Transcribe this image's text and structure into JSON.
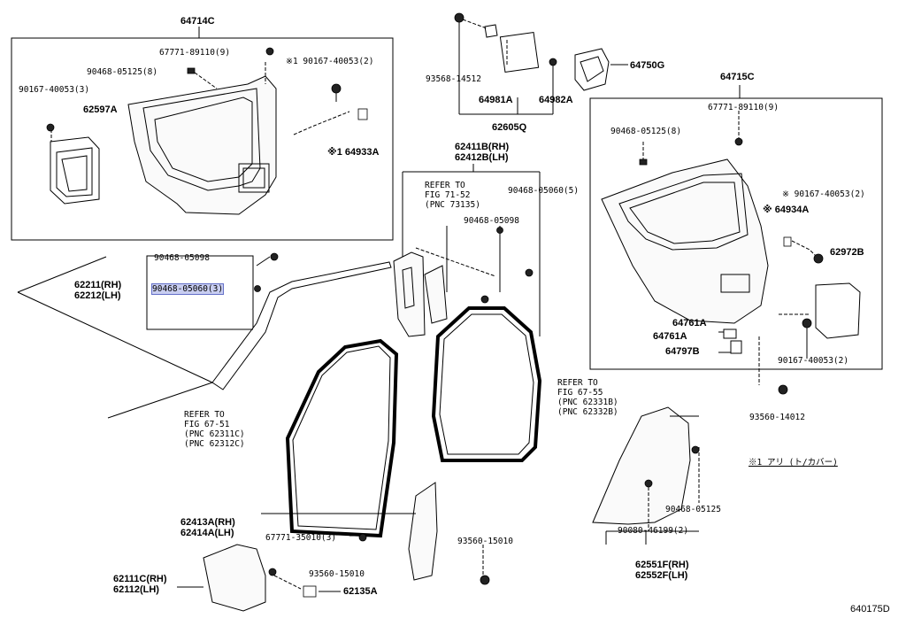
{
  "labels": {
    "l_64714C": "64714C",
    "l_67771_89110_9_a": "67771-89110(9)",
    "l_90468_05125_8_a": "90468-05125(8)",
    "l_x1_90167_40053_2_a": "※1 90167-40053(2)",
    "l_90167_40053_3": "90167-40053(3)",
    "l_62597A": "62597A",
    "l_x1_64933A": "※1 64933A",
    "l_93568_14512": "93568-14512",
    "l_64981A": "64981A",
    "l_64982A": "64982A",
    "l_62605Q": "62605Q",
    "l_64750G": "64750G",
    "l_64715C": "64715C",
    "l_67771_89110_9_b": "67771-89110(9)",
    "l_90468_05125_8_b": "90468-05125(8)",
    "l_x_90167_40053_2_b": "※ 90167-40053(2)",
    "l_x_64934A": "※ 64934A",
    "l_62972B": "62972B",
    "l_64761A_1": "64761A",
    "l_64761A_2": "64761A",
    "l_64797B": "64797B",
    "l_90167_40053_2_c": "90167-40053(2)",
    "l_93560_14012": "93560-14012",
    "l_62411B_62412B": [
      "62411B(RH)",
      "62412B(LH)"
    ],
    "l_refer_71_52": [
      "REFER TO",
      "FIG 71-52",
      "(PNC 73135)"
    ],
    "l_90468_05060_5": "90468-05060(5)",
    "l_90468_05098_a": "90468-05098",
    "l_90468_05098_b": "90468-05098",
    "l_62211_62212": [
      "62211(RH)",
      "62212(LH)"
    ],
    "l_90468_05060_3": "90468-05060(3)",
    "l_refer_67_51": [
      "REFER TO",
      "FIG 67-51",
      "(PNC 62311C)",
      "(PNC 62312C)"
    ],
    "l_refer_67_55": [
      "REFER TO",
      "FIG 67-55",
      "(PNC 62331B)",
      "(PNC 62332B)"
    ],
    "l_62413A_62414A": [
      "62413A(RH)",
      "62414A(LH)"
    ],
    "l_67771_35010_3": "67771-35010(3)",
    "l_93560_15010_a": "93560-15010",
    "l_93560_15010_b": "93560-15010",
    "l_62111C_62112": [
      "62111C(RH)",
      "62112(LH)"
    ],
    "l_62135A": "62135A",
    "l_90468_05125_c": "90468-05125",
    "l_90080_46199_2": "90080-46199(2)",
    "l_62551F_62552F": [
      "62551F(RH)",
      "62552F(LH)"
    ],
    "l_note": "※1 アリ (ト/カバー)",
    "l_figno": "640175D"
  },
  "highlighted_part": "90468-05060(3)",
  "colors": {
    "line": "#000000",
    "highlight": "#c8cdf0",
    "highlight_border": "#6470c8",
    "fill": "#f2f2f2"
  }
}
